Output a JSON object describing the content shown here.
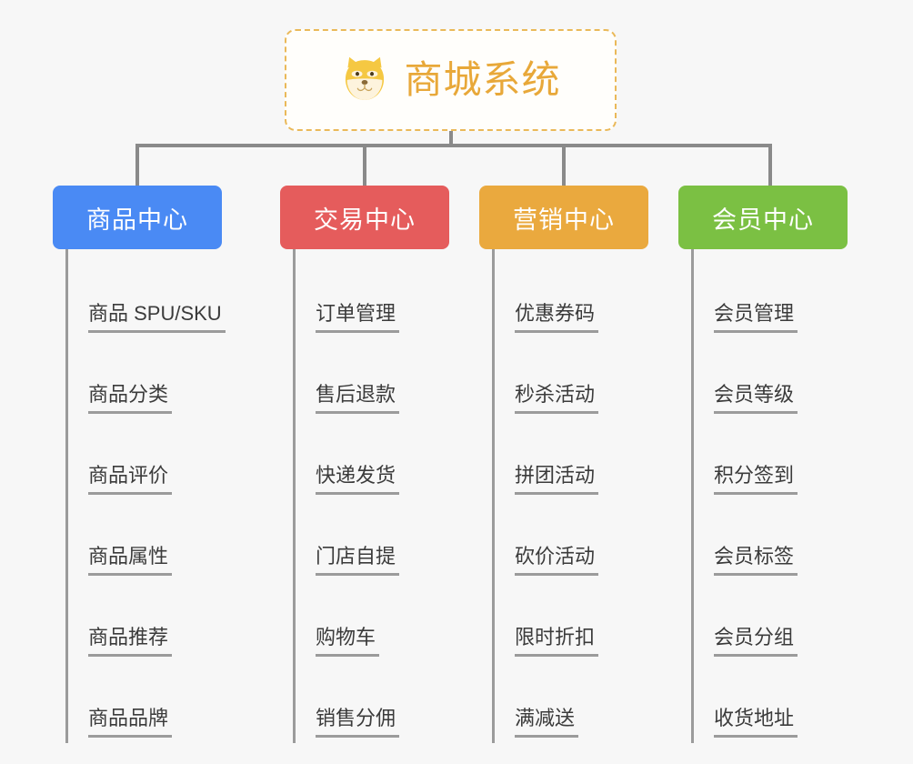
{
  "root": {
    "title": "商城系统",
    "icon": "shiba-dog-face-icon",
    "border_color": "#eab959",
    "text_color": "#e8a839"
  },
  "connector_color": "#8a8a8a",
  "background_color": "#f7f7f7",
  "columns": [
    {
      "id": "product-center",
      "label": "商品中心",
      "color": "#4a8af4",
      "items": [
        "商品 SPU/SKU",
        "商品分类",
        "商品评价",
        "商品属性",
        "商品推荐",
        "商品品牌"
      ]
    },
    {
      "id": "trade-center",
      "label": "交易中心",
      "color": "#e55c5c",
      "items": [
        "订单管理",
        "售后退款",
        "快递发货",
        "门店自提",
        "购物车",
        "销售分佣"
      ]
    },
    {
      "id": "marketing-center",
      "label": "营销中心",
      "color": "#eaa93e",
      "items": [
        "优惠券码",
        "秒杀活动",
        "拼团活动",
        "砍价活动",
        "限时折扣",
        "满减送"
      ]
    },
    {
      "id": "member-center",
      "label": "会员中心",
      "color": "#7bc043",
      "items": [
        "会员管理",
        "会员等级",
        "积分签到",
        "会员标签",
        "会员分组",
        "收货地址"
      ]
    }
  ]
}
